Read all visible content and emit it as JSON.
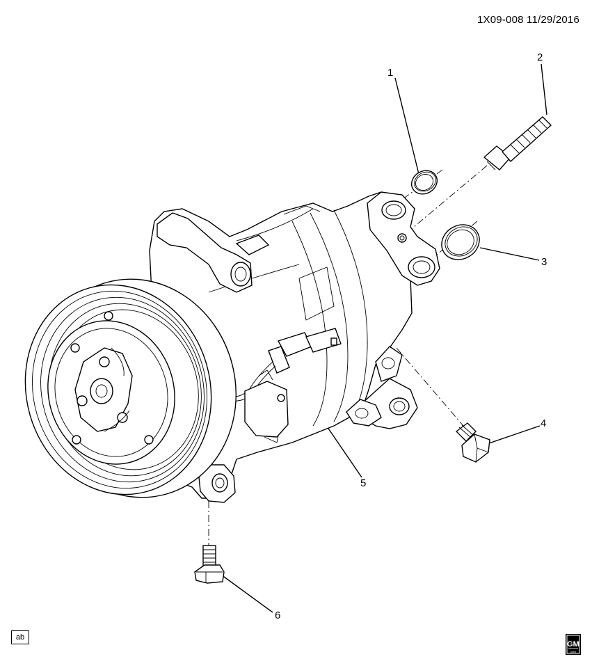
{
  "header": {
    "diagram_id": "1X09-008  11/29/2016"
  },
  "callouts": [
    {
      "label": "1",
      "part": "o-ring-seal"
    },
    {
      "label": "2",
      "part": "stud"
    },
    {
      "label": "3",
      "part": "o-ring-seal"
    },
    {
      "label": "4",
      "part": "valve"
    },
    {
      "label": "5",
      "part": "compressor"
    },
    {
      "label": "6",
      "part": "bolt"
    }
  ],
  "footer": {
    "ab_label": "ab",
    "logo_letters": "GM",
    "logo_sub": "com"
  }
}
